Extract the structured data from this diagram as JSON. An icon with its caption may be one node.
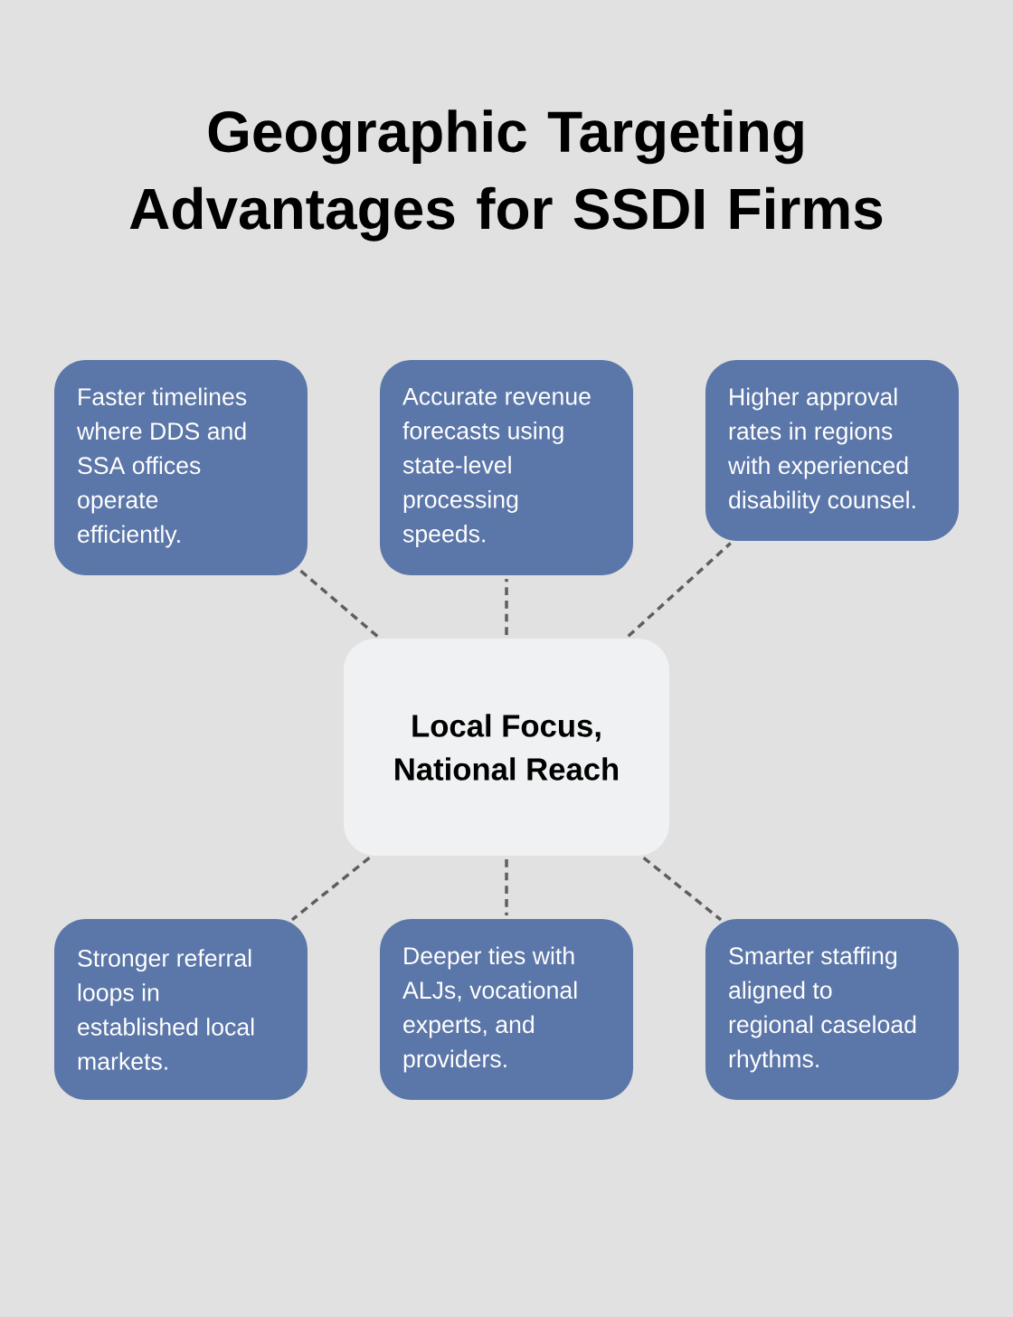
{
  "diagram": {
    "title": "Geographic Targeting Advantages for SSDI Firms",
    "nodes": [
      {
        "text": [
          "Faster timelines where DDS and SSA offices operate efficiently."
        ]
      },
      {
        "text": [
          "Accurate revenue forecasts using state-level processing speeds."
        ]
      },
      {
        "text": [
          "Higher approval rates in regions with experienced disability counsel."
        ]
      },
      {
        "text": [
          "Local Focus, National Reach"
        ]
      },
      {
        "text": [
          "Stronger referral loops in established local markets."
        ]
      },
      {
        "text": [
          "Deeper ties with ALJs, vocational experts, and providers."
        ]
      },
      {
        "text": [
          "Smarter staffing aligned to regional caseload rhythms."
        ]
      }
    ],
    "edges": [
      {
        "from": 3,
        "to": 0,
        "arrow": "none",
        "style": "dashed"
      },
      {
        "from": 3,
        "to": 1,
        "arrow": "none",
        "style": "dashed"
      },
      {
        "from": 3,
        "to": 2,
        "arrow": "none",
        "style": "dashed"
      },
      {
        "from": 3,
        "to": 4,
        "arrow": "none",
        "style": "dashed"
      },
      {
        "from": 3,
        "to": 5,
        "arrow": "none",
        "style": "dashed"
      },
      {
        "from": 3,
        "to": 6,
        "arrow": "none",
        "style": "dashed"
      }
    ]
  }
}
